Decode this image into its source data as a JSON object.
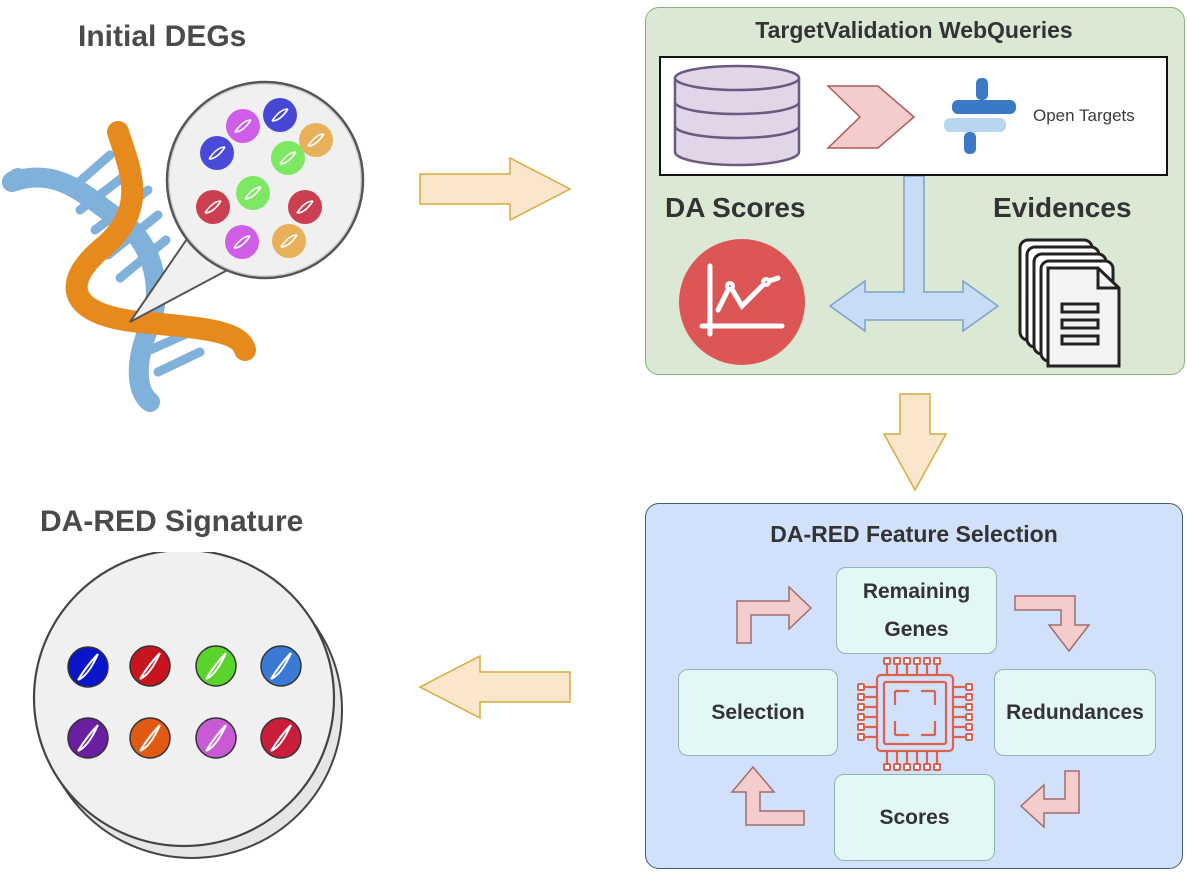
{
  "titles": {
    "initial": "Initial DEGs",
    "signature": "DA-RED Signature"
  },
  "panel_top": {
    "title": "TargetValidation WebQueries",
    "logo_text": "Open Targets",
    "scores_label": "DA Scores",
    "evidences_label": "Evidences"
  },
  "panel_bottom": {
    "title": "DA-RED Feature Selection",
    "remaining_line1": "Remaining",
    "remaining_line2": "Genes",
    "redundances": "Redundances",
    "scores": "Scores",
    "selection": "Selection"
  },
  "colors": {
    "top_panel_bg": "#dbe9d4",
    "top_panel_border": "#86b37c",
    "bottom_panel_bg": "#d1e0fb",
    "bottom_panel_border": "#4a5a7a",
    "flow_arrow_fill": "#fae6cd",
    "flow_arrow_stroke": "#d8ab3a",
    "loop_arrow_fill": "#f4cccc",
    "loop_arrow_stroke": "#9e6f6f",
    "dna_orange": "#e68a1e",
    "dna_blue": "#7fb1da",
    "chart_red": "#dd5656",
    "chip_red": "#d9634f"
  },
  "icons": {
    "database": "database-icon",
    "chevron": "chevron-right-icon",
    "logo": "open-targets-logo",
    "chart": "line-chart-icon",
    "documents": "document-stack-icon",
    "chip": "chip-icon",
    "dna": "dna-helix-icon"
  }
}
